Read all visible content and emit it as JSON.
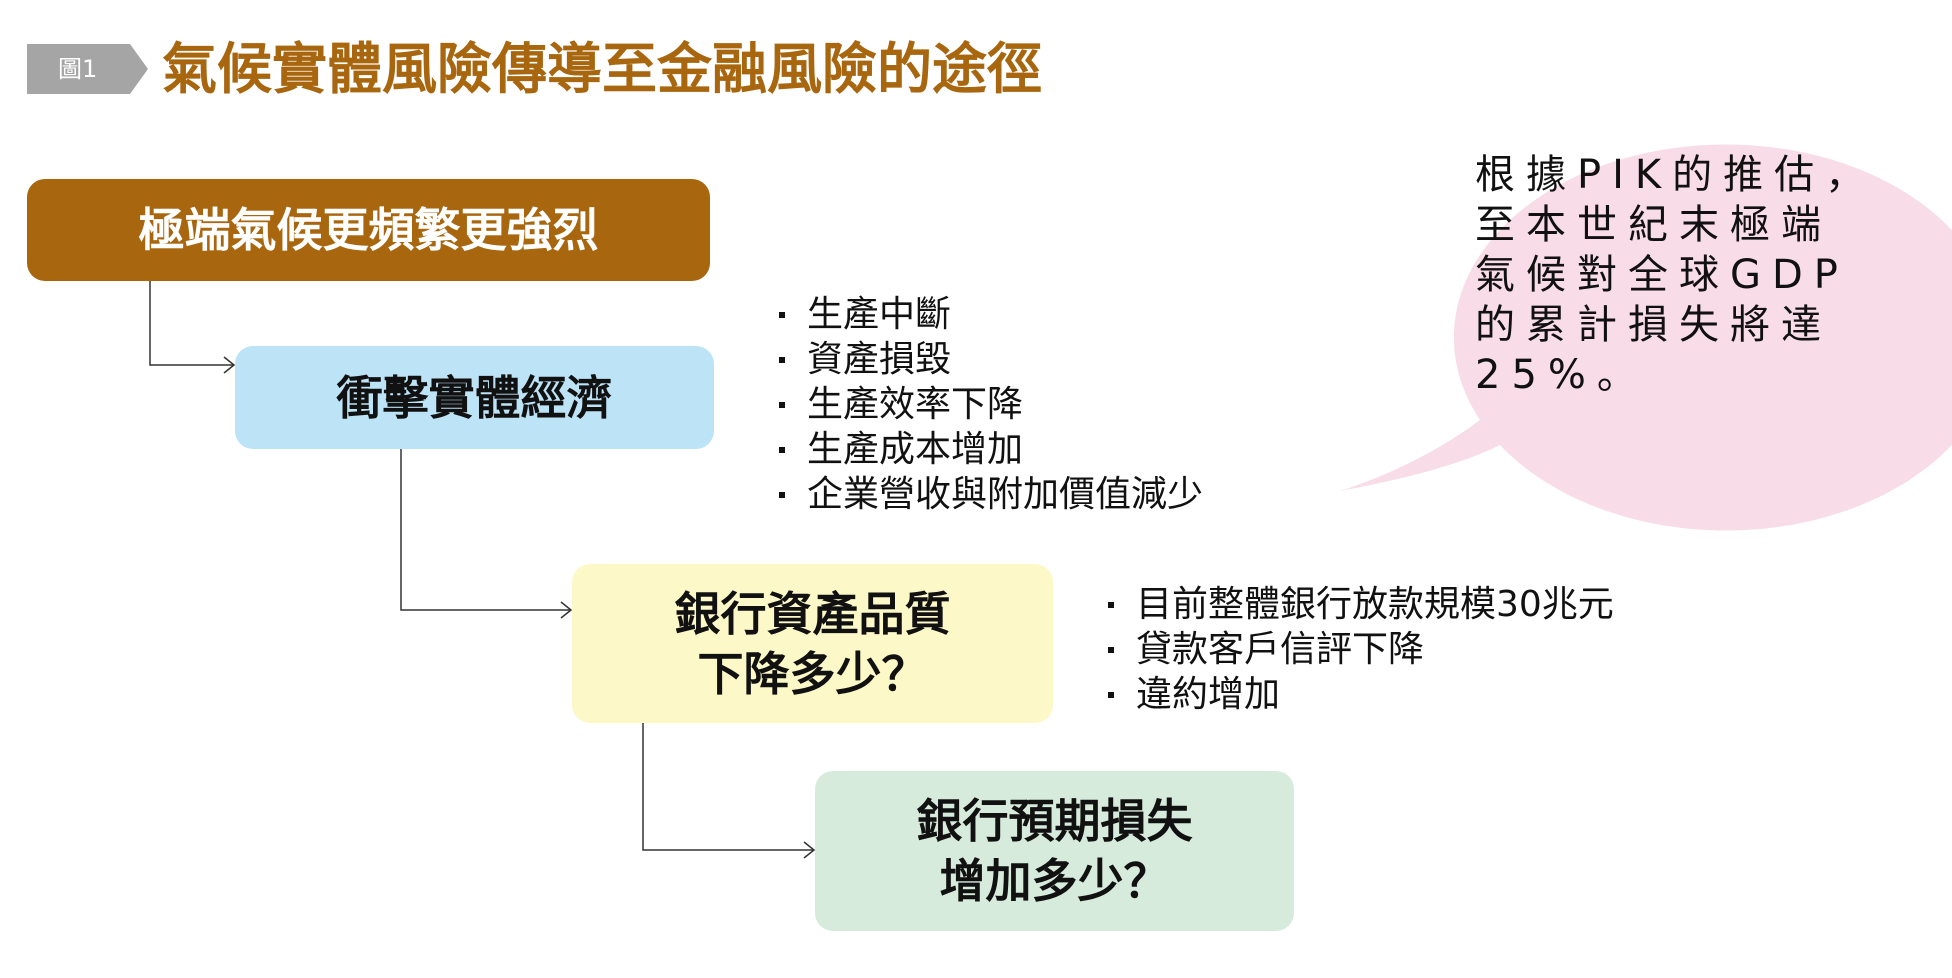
{
  "figure": {
    "badge_label": "圖1",
    "title": "氣候實體風險傳導至金融風險的途徑"
  },
  "flow": {
    "box1": {
      "lines": [
        "極端氣候更頻繁更強烈"
      ]
    },
    "box2": {
      "lines": [
        "衝擊實體經濟"
      ]
    },
    "box3": {
      "lines": [
        "銀行資產品質",
        "下降多少？"
      ]
    },
    "box4": {
      "lines": [
        "銀行預期損失",
        "增加多少？"
      ]
    }
  },
  "impacts_list": [
    "生產中斷",
    "資產損毀",
    "生產效率下降",
    "生產成本增加",
    "企業營收與附加價值減少"
  ],
  "bank_list": [
    "目前整體銀行放款規模30兆元",
    "貸款客戶信評下降",
    "違約增加"
  ],
  "callout": {
    "lines": [
      "根據PIK的推估，",
      "至本世紀末極端",
      "氣候對全球GDP",
      "的累計損失將達",
      "25%。"
    ]
  },
  "colors": {
    "brand": "#A8660F",
    "box2": "#BDE3F7",
    "box3": "#FDF8C8",
    "box4": "#D7EBDD",
    "bubble": "#F8DCE7",
    "badge": "#A5A5A5"
  }
}
